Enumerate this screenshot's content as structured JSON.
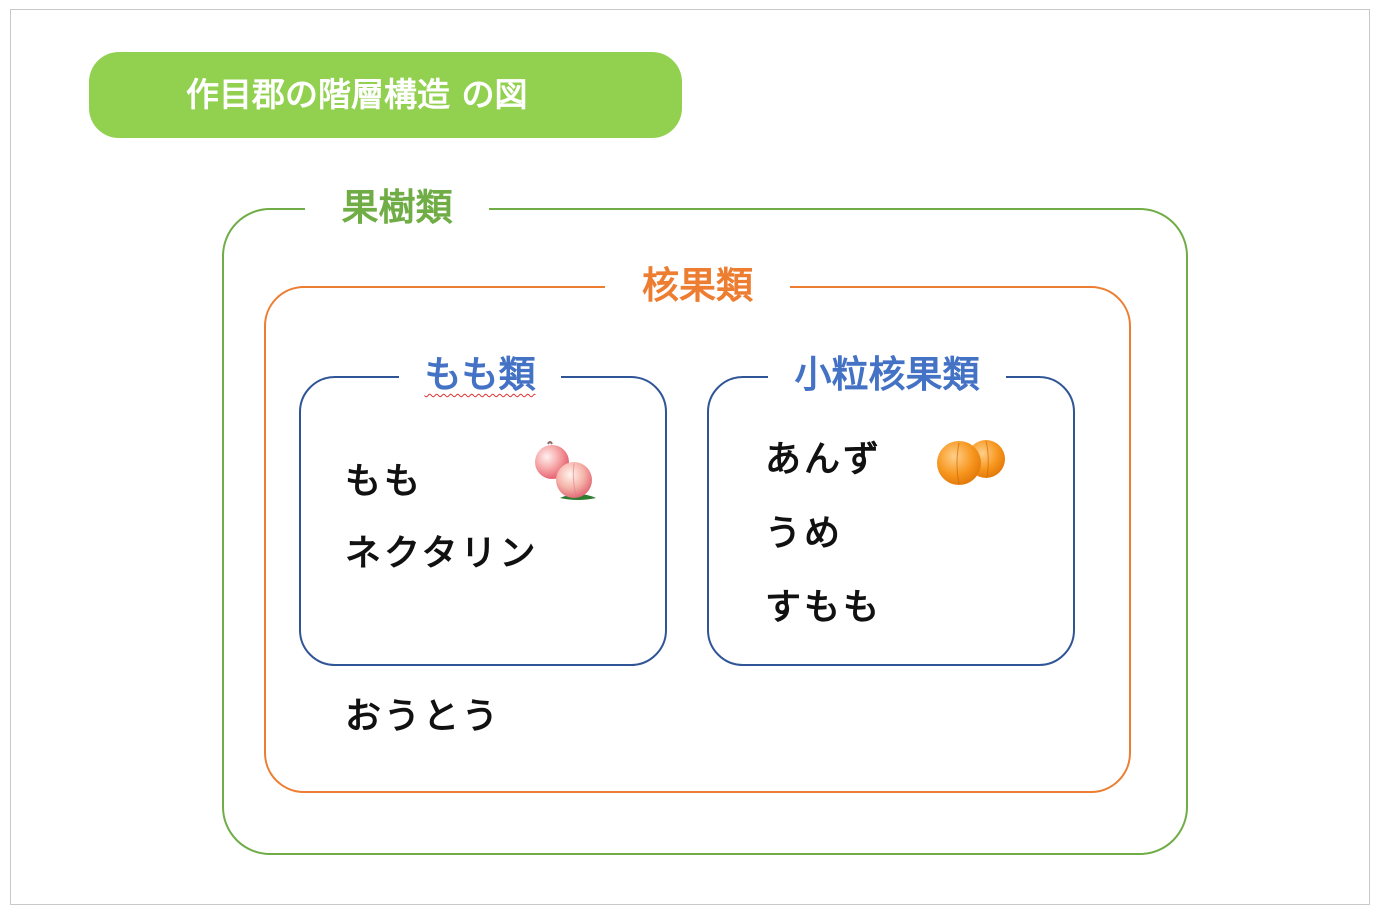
{
  "title": "作目郡の階層構造 の図",
  "groups": {
    "fruit_trees": {
      "label": "果樹類"
    },
    "stone_fruits": {
      "label": "核果類",
      "standalone_item": "おうとう"
    },
    "peaches": {
      "label": "もも類",
      "items": [
        "もも",
        "ネクタリン"
      ],
      "icon": "peach-icon"
    },
    "small_stone_fruits": {
      "label": "小粒核果類",
      "items": [
        "あんず",
        "うめ",
        "すもも"
      ],
      "icon": "apricot-icon"
    }
  },
  "colors": {
    "title_bg": "#92d050",
    "fruit_trees": "#70ad47",
    "stone_fruits": "#ed7d31",
    "sub_groups_border": "#2f5597",
    "sub_groups_label": "#4472c4"
  }
}
